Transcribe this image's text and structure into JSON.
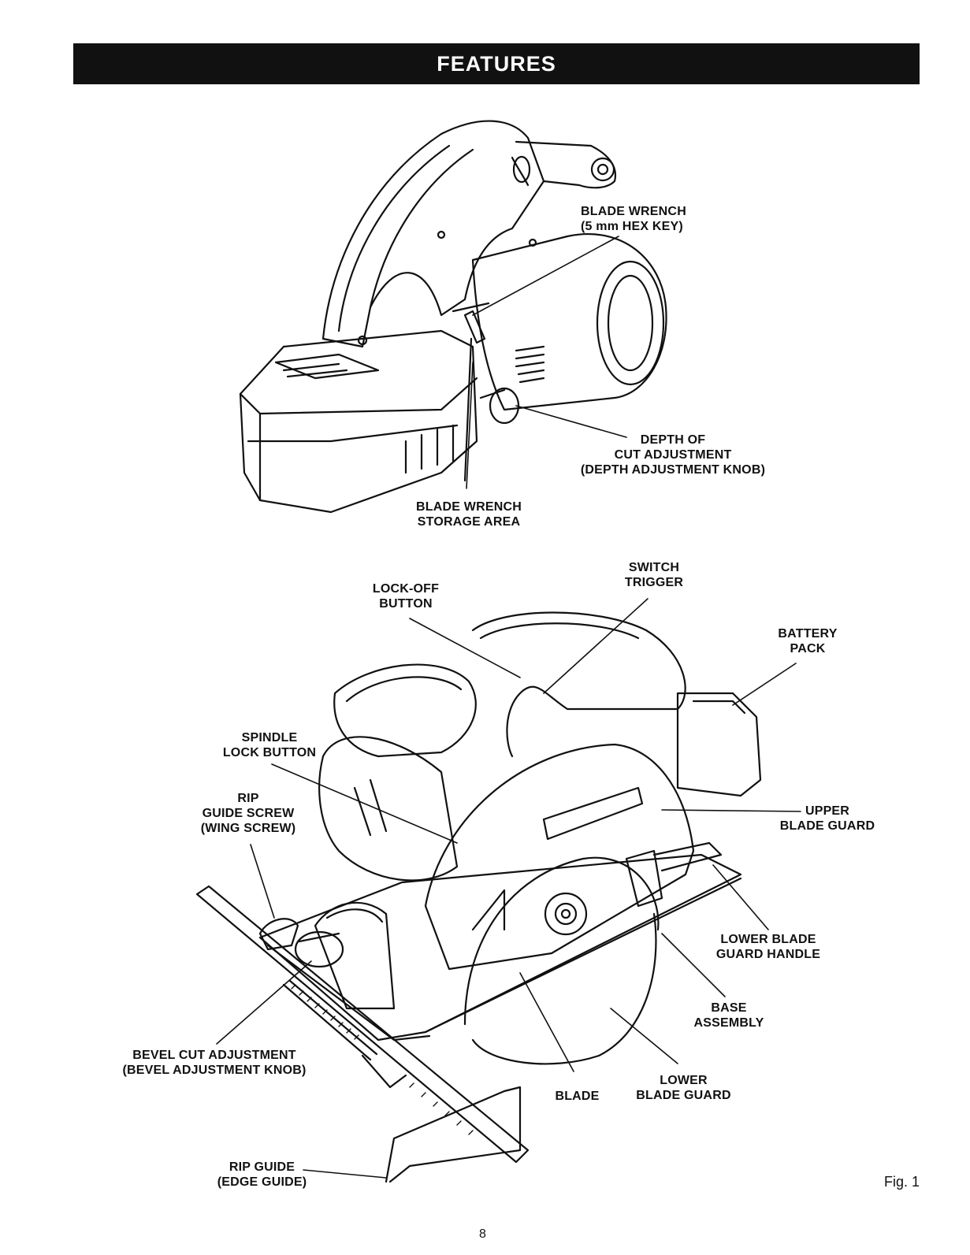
{
  "header": {
    "title": "FEATURES"
  },
  "figure1": {
    "labels": {
      "blade_wrench": [
        "BLADE WRENCH",
        "(5 mm HEX KEY)"
      ],
      "depth_of_cut": [
        "DEPTH OF",
        "CUT ADJUSTMENT",
        "(DEPTH ADJUSTMENT KNOB)"
      ],
      "blade_wrench_storage": [
        "BLADE WRENCH",
        "STORAGE AREA"
      ]
    }
  },
  "figure2": {
    "labels": {
      "switch_trigger": [
        "SWITCH",
        "TRIGGER"
      ],
      "lock_off_button": [
        "LOCK-OFF",
        "BUTTON"
      ],
      "battery_pack": [
        "BATTERY",
        "PACK"
      ],
      "spindle_lock_button": [
        "SPINDLE",
        "LOCK BUTTON"
      ],
      "rip_guide_screw": [
        "RIP",
        "GUIDE SCREW",
        "(WING SCREW)"
      ],
      "upper_blade_guard": [
        "UPPER",
        "BLADE GUARD"
      ],
      "lower_blade_guard_handle": [
        "LOWER BLADE",
        "GUARD HANDLE"
      ],
      "base_assembly": [
        "BASE",
        "ASSEMBLY"
      ],
      "bevel_cut_adjustment": [
        "BEVEL CUT ADJUSTMENT",
        "(BEVEL ADJUSTMENT KNOB)"
      ],
      "lower_blade_guard": [
        "LOWER",
        "BLADE GUARD"
      ],
      "blade": [
        "BLADE"
      ],
      "rip_guide": [
        "RIP GUIDE",
        "(EDGE GUIDE)"
      ]
    }
  },
  "footer": {
    "page_number": "8",
    "figure_label": "Fig. 1"
  }
}
